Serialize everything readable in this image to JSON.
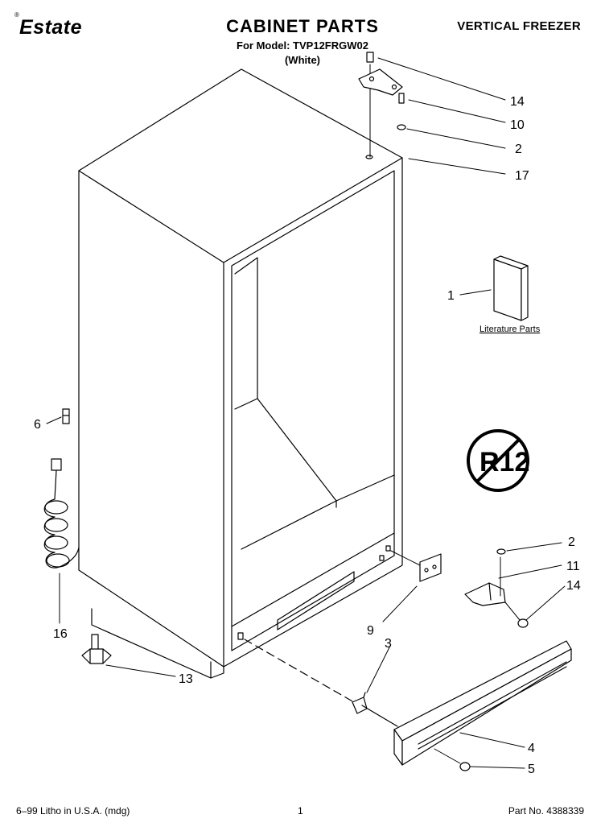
{
  "header": {
    "brand": "Estate",
    "title": "CABINET PARTS",
    "model_line": "For Model: TVP12FRGW02",
    "color_line": "(White)",
    "category": "VERTICAL FREEZER"
  },
  "callouts": {
    "c14a": "14",
    "c10": "10",
    "c2a": "2",
    "c17": "17",
    "c1": "1",
    "c6": "6",
    "c16": "16",
    "c13": "13",
    "c2b": "2",
    "c11": "11",
    "c14b": "14",
    "c9": "9",
    "c3": "3",
    "c4": "4",
    "c5": "5"
  },
  "literature_label": "Literature Parts",
  "r12_logo": "R12",
  "footer": {
    "left": "6–99 Litho in U.S.A. (mdg)",
    "page": "1",
    "part_no": "Part No. 4388339"
  }
}
